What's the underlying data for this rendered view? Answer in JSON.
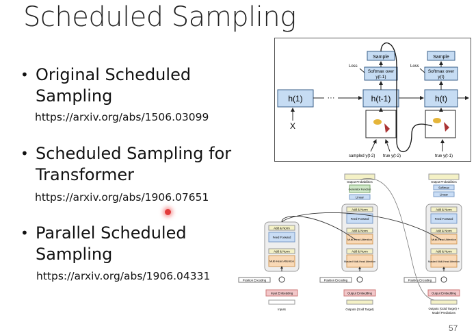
{
  "slide": {
    "title": "Scheduled Sampling",
    "page_number": "57",
    "bullets": [
      {
        "line1": "Original Scheduled",
        "line2": "Sampling",
        "url": "https://arxiv.org/abs/1506.03099"
      },
      {
        "line1": "Scheduled Sampling for",
        "line2": "Transformer",
        "url": "https://arxiv.org/abs/1906.07651"
      },
      {
        "line1": "Parallel Scheduled",
        "line2": "Sampling",
        "url": "https://arxiv.org/abs/1906.04331"
      }
    ],
    "bullet_symbol": "•"
  },
  "rnn_figure": {
    "h1": "h(1)",
    "ellipsis": "···",
    "h_prev": "h(t-1)",
    "h_t": "h(t)",
    "x_label": "X",
    "sample_label": "Sample",
    "softmax_label_1": "Softmax over",
    "softmax_label_2": "y(t-1)",
    "softmax_label_2b": "y(t)",
    "loss_label": "Loss",
    "sampled_label": "sampled y(t-2)",
    "true_label_1": "true y(t-2)",
    "true_label_2": "true y(t-1)"
  },
  "transformer_figure": {
    "output_probs": "Output Probabilities",
    "generator": "Generator Function",
    "linear": "Linear",
    "softmax": "Softmax",
    "add_norm": "Add & Norm",
    "feed_forward": "Feed Forward",
    "multi_head": "Multi-Head Attention",
    "masked_multi_head": "Masked Multi-Head Attention",
    "position_encoding": "Position Encoding",
    "input_embedding": "Input Embedding",
    "output_embedding": "Output Embedding",
    "inputs": "Inputs",
    "outputs_gold": "Outputs (Gold Target)",
    "outputs_gold_pred_1": "Outputs (Gold Target) +",
    "outputs_gold_pred_2": "Model Predictions"
  },
  "colors": {
    "box_blue": "#c6dcf3",
    "box_blue_stroke": "#3a5f8a",
    "ff_blue": "#c9ddf5",
    "attn_orange": "#f9d9b6",
    "add_norm_yellow": "#f4f1c6",
    "embed_pink": "#f2c7c9",
    "gen_green": "#cfe8c8",
    "cursor_red": "#e23b3b"
  }
}
